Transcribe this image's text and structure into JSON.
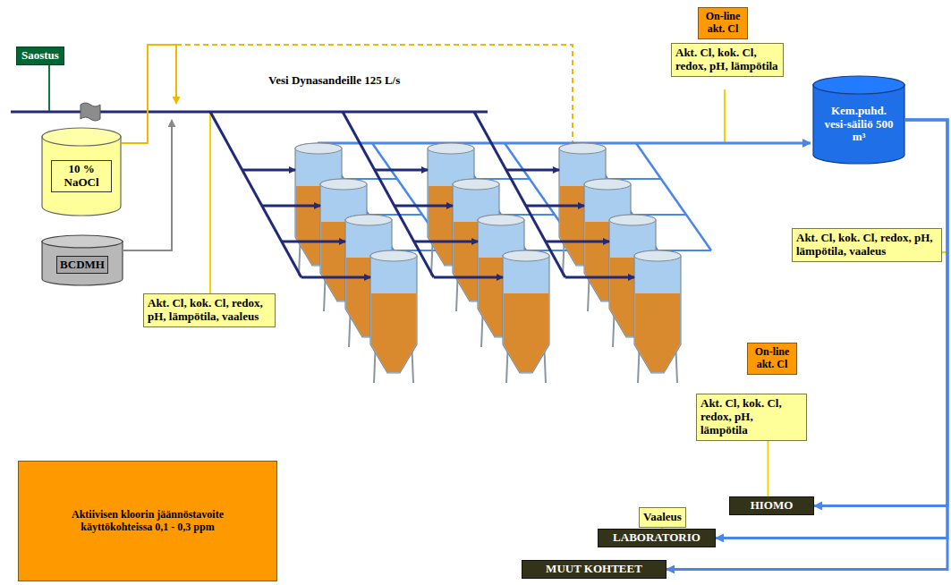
{
  "diagram": {
    "nodes": [
      {
        "text": [
          "Saostus"
        ]
      },
      {
        "text": [
          "10 % NaOCl"
        ]
      },
      {
        "text": [
          "BCDMH"
        ]
      },
      {
        "text": [
          "Akt. Cl, kok. Cl, redox, pH, lämpötila, vaaleus"
        ]
      },
      {
        "text": [
          "On-line akt. Cl"
        ]
      },
      {
        "text": [
          "Akt. Cl, kok. Cl, redox, pH, lämpötila"
        ]
      },
      {
        "text": [
          "Kem.puhd. vesi-säiliö 500 m³"
        ]
      },
      {
        "text": [
          "Akt. Cl, kok. Cl, redox, pH, lämpötila, vaaleus"
        ]
      },
      {
        "text": [
          "On-line akt. Cl"
        ]
      },
      {
        "text": [
          "Akt. Cl, kok. Cl, redox, pH, lämpötila"
        ]
      },
      {
        "text": [
          "HIOMO"
        ]
      },
      {
        "text": [
          "Vaaleus"
        ]
      },
      {
        "text": [
          "LABORATORIO"
        ]
      },
      {
        "text": [
          "MUUT KOHTEET"
        ]
      },
      {
        "text": [
          "Aktiivisen kloorin jäännöstavoite käyttökohteissa 0,1 - 0,3 ppm"
        ]
      }
    ],
    "edges": [
      {
        "from": 6,
        "to": 10,
        "arrow": "to"
      },
      {
        "from": 6,
        "to": 12,
        "arrow": "to"
      },
      {
        "from": 6,
        "to": 13,
        "arrow": "to"
      },
      {
        "from": 9,
        "to": 10,
        "arrow": "none"
      },
      {
        "from": 11,
        "to": 12,
        "arrow": "none"
      }
    ],
    "labels": [
      "Vesi Dynasandeille 125 L/s"
    ]
  }
}
